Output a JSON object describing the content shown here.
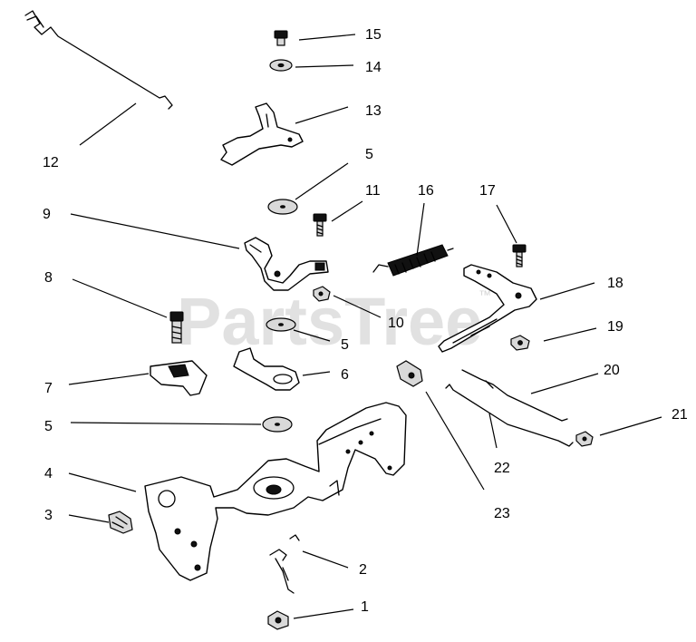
{
  "watermark": {
    "text": "PartsTree",
    "trademark": "™"
  },
  "callouts": [
    "1",
    "2",
    "3",
    "4",
    "5",
    "6",
    "7",
    "8",
    "9",
    "10",
    "11",
    "12",
    "13",
    "14",
    "15",
    "16",
    "17",
    "18",
    "19",
    "20",
    "21",
    "22",
    "23"
  ]
}
